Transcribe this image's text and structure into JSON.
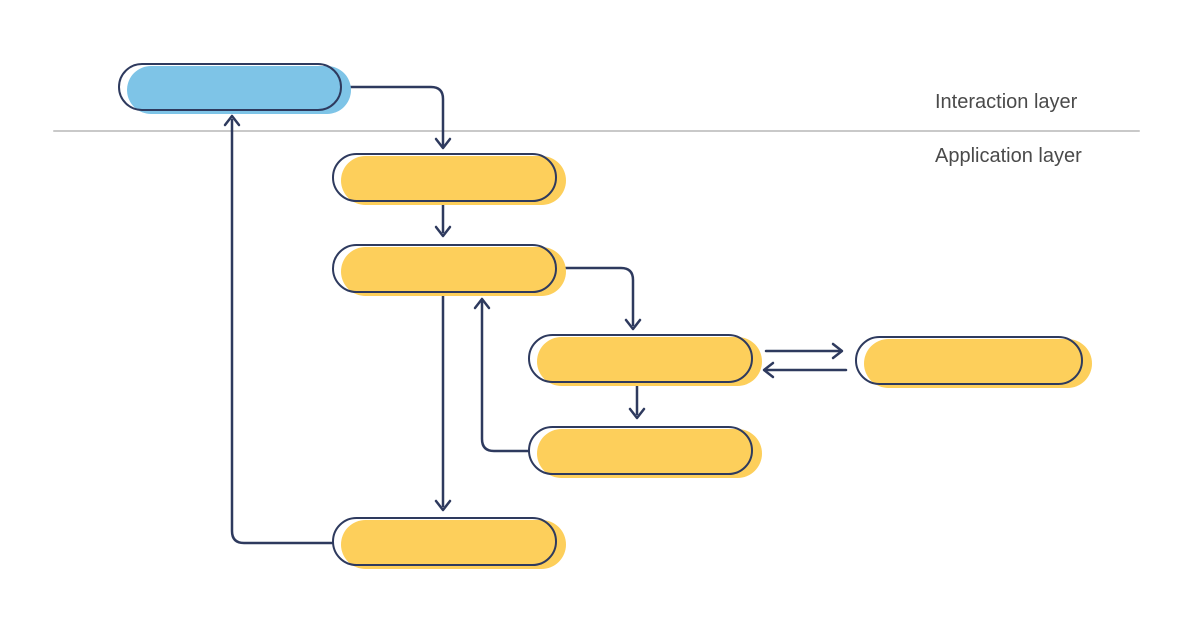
{
  "layers": {
    "interaction": {
      "label": "Interaction layer"
    },
    "application": {
      "label": "Application layer"
    }
  },
  "colors": {
    "node_yellow": "#FDCF5B",
    "node_blue": "#7EC4E7",
    "outline_navy": "#2E3A5E",
    "divider_gray": "#C9C9C9",
    "label_text": "#4A4A4A"
  },
  "nodes": [
    {
      "id": "blue-entry",
      "layer": "interaction",
      "color": "blue",
      "label": ""
    },
    {
      "id": "app-1",
      "layer": "application",
      "color": "yellow",
      "label": ""
    },
    {
      "id": "app-2",
      "layer": "application",
      "color": "yellow",
      "label": ""
    },
    {
      "id": "app-3",
      "layer": "application",
      "color": "yellow",
      "label": ""
    },
    {
      "id": "app-4",
      "layer": "application",
      "color": "yellow",
      "label": ""
    },
    {
      "id": "app-side",
      "layer": "application",
      "color": "yellow",
      "label": ""
    },
    {
      "id": "app-bottom",
      "layer": "application",
      "color": "yellow",
      "label": ""
    }
  ],
  "connections": [
    {
      "from": "blue-entry",
      "to": "app-1",
      "style": "elbow-right-down"
    },
    {
      "from": "app-1",
      "to": "app-2",
      "style": "straight-down"
    },
    {
      "from": "app-2",
      "to": "app-3",
      "style": "elbow-right-down"
    },
    {
      "from": "app-3",
      "to": "app-side",
      "style": "straight-right"
    },
    {
      "from": "app-side",
      "to": "app-3",
      "style": "straight-left"
    },
    {
      "from": "app-3",
      "to": "app-4",
      "style": "straight-down"
    },
    {
      "from": "app-4",
      "to": "app-2",
      "style": "elbow-left-up"
    },
    {
      "from": "app-2",
      "to": "app-bottom",
      "style": "straight-down"
    },
    {
      "from": "app-bottom",
      "to": "blue-entry",
      "style": "elbow-left-up"
    }
  ]
}
